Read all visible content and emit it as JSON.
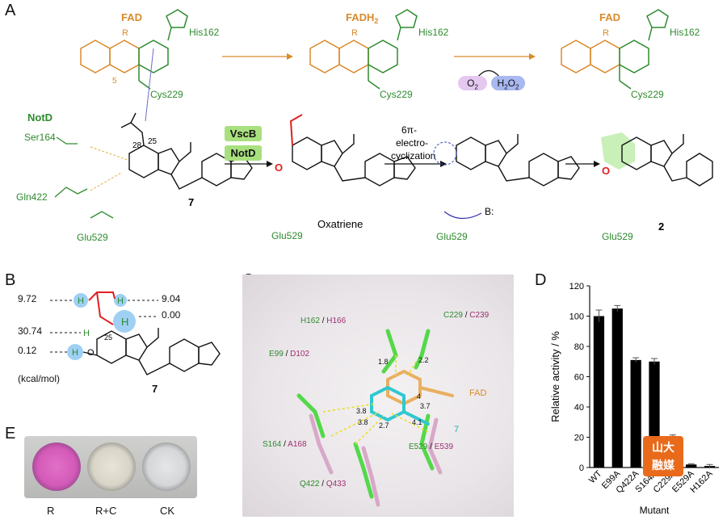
{
  "panels": {
    "a": "A",
    "b": "B",
    "c": "C",
    "d": "D",
    "e": "E"
  },
  "panel_a": {
    "fad_left": "FAD",
    "fadh2": "FADH",
    "fadh2_sub": "2",
    "fad_right": "FAD",
    "his": "His162",
    "cys": "Cys229",
    "r_label": "R",
    "o2": "O",
    "o2_sub": "2",
    "h2o2": "H",
    "h2o2_sub1": "2",
    "h2o2_o": "O",
    "h2o2_sub2": "2",
    "notd_bold": "NotD",
    "ser": "Ser164",
    "gln": "Gln422",
    "glu": "Glu529",
    "vscb": "VscB",
    "notd_tag": "NotD",
    "oxatriene": "Oxatriene",
    "electro1": "6π-",
    "electro2": "electro-",
    "electro3": "cyclization",
    "compound7": "7",
    "compound2": "2",
    "base": "B:",
    "num28": "28",
    "num25": "25",
    "num5": "5"
  },
  "panel_b": {
    "e1": "9.72",
    "e2": "9.04",
    "e3": "0.00",
    "e4": "30.74",
    "e5": "0.12",
    "unit": "(kcal/mol)",
    "compound": "7",
    "pos25": "25"
  },
  "panel_c": {
    "h162": "H162",
    "h166": "H166",
    "c229": "C229",
    "c239": "C239",
    "e99": "E99",
    "d102": "D102",
    "s164": "S164",
    "a168": "A168",
    "q422": "Q422",
    "q433": "Q433",
    "e529": "E529",
    "e539": "E539",
    "fad": "FAD",
    "seven": "7",
    "slash": "/",
    "d18": "1.8",
    "d22": "2.2",
    "d38a": "3.8",
    "d38b": "3.8",
    "d27": "2.7",
    "d41": "4.1",
    "d37": "3.7",
    "d4": "4"
  },
  "chart_data": {
    "type": "bar",
    "categories": [
      "WT",
      "E99A",
      "Q422A",
      "S164A",
      "C229A",
      "E529A",
      "H162A"
    ],
    "values": [
      100,
      105,
      71,
      70,
      20,
      2,
      1
    ],
    "errors": [
      4,
      2,
      1.5,
      2,
      1.5,
      0.5,
      1
    ],
    "ylabel": "Relative activity / %",
    "xlabel": "Mutant",
    "ylim": [
      0,
      120
    ],
    "yticks": [
      0,
      20,
      40,
      60,
      80,
      100,
      120
    ],
    "bar_color": "#000000"
  },
  "panel_e": {
    "r": "R",
    "rc": "R+C",
    "ck": "CK"
  },
  "watermark": {
    "line1": "山大",
    "line2": "融媒"
  }
}
